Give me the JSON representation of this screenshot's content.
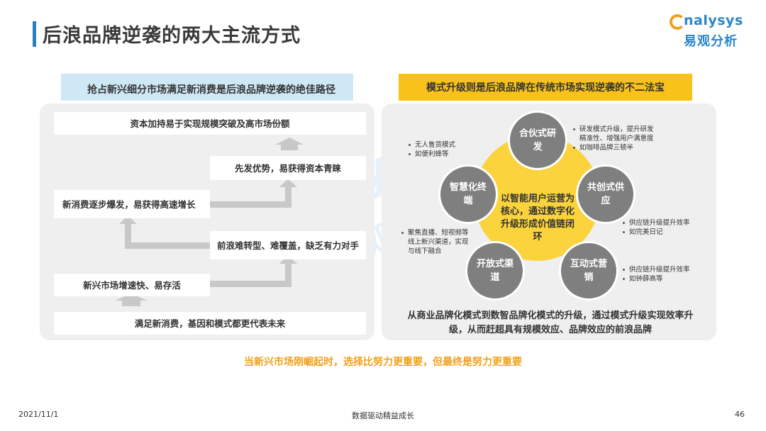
{
  "page_title": "后浪品牌逆袭的两大主流方式",
  "logo": {
    "en": "nalysys",
    "cn": "易观分析",
    "brand_color": "#2a86cc",
    "accent_color": "#f2a01f"
  },
  "watermark": {
    "en": "nalysys",
    "cn": "易观分析"
  },
  "left": {
    "header": "抢占新兴细分市场满足新消费是后浪品牌逆袭的绝佳路径",
    "header_color": "#cfe8f6",
    "steps": {
      "capital": "资本加持易于实现规模突破及高市场份额",
      "first_mover": "先发优势，易获得资本青睐",
      "explosion": "新消费逐步爆发，易获得高速增长",
      "difficulty": "前浪难转型、难覆盖，缺乏有力对手",
      "market": "新兴市场增速快、易存活",
      "base": "满足新消费，基因和模式都更代表未来"
    }
  },
  "right": {
    "header": "模式升级则是后浪品牌在传统市场实现逆袭的不二法宝",
    "header_color": "#f8c21a",
    "center": "以智能用户运营为核心，通过数字化升级形成价值链闭环",
    "nodes": {
      "partner_rd": "合伙式研发",
      "co_supply": "共创式供应",
      "interactive_marketing": "互动式营销",
      "open_channel": "开放式渠道",
      "smart_terminal": "智慧化终端"
    },
    "notes": {
      "smart_terminal": [
        "无人售货模式",
        "如便利蜂等"
      ],
      "partner_rd": [
        "研发模式升级，提升研发",
        "精准性、增强用户满意度",
        "如咖啡品牌三顿半"
      ],
      "co_supply": [
        "供应链升级提升效率",
        "如完美日记"
      ],
      "open_channel": [
        "聚焦直播、短视频等",
        "线上新兴渠道，实现",
        "与线下融合"
      ],
      "interactive_marketing": [
        "供应链升级提升效率",
        "如钟薛高等"
      ]
    },
    "summary": "从商业品牌化模式到数智品牌化模式的升级，通过模式升级实现效率升级，从而赶超具有规模效应、品牌效应的前浪品牌"
  },
  "conclusion": "当新兴市场刚崛起时，选择比努力更重要，但最终是努力更重要",
  "footer": {
    "date": "2021/11/1",
    "center": "数据驱动精益成长",
    "page": "46"
  }
}
